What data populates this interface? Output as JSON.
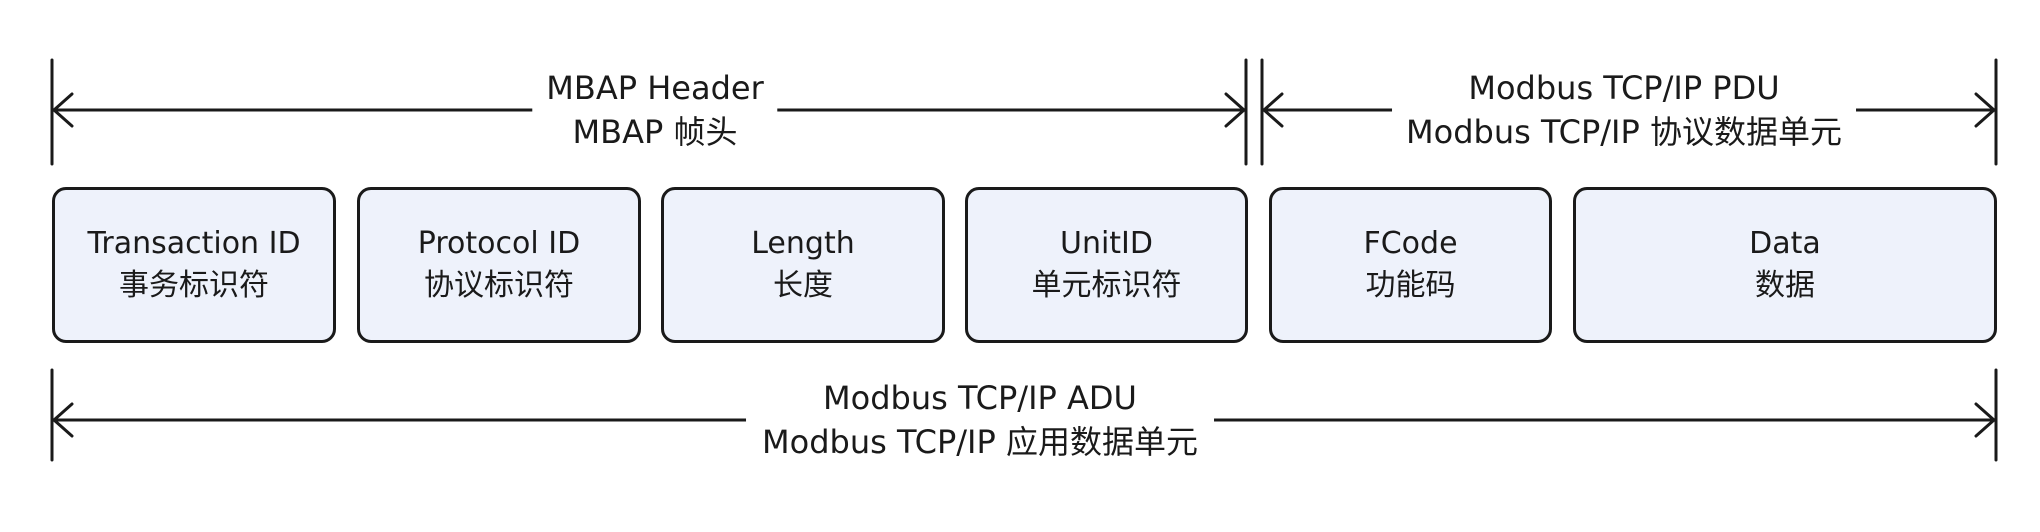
{
  "mbap": {
    "en": "MBAP Header",
    "zh": "MBAP 帧头"
  },
  "pdu": {
    "en": "Modbus TCP/IP PDU",
    "zh": "Modbus TCP/IP 协议数据单元"
  },
  "adu": {
    "en": "Modbus TCP/IP ADU",
    "zh": "Modbus TCP/IP 应用数据单元"
  },
  "fields": [
    {
      "en": "Transaction ID",
      "zh": "事务标识符"
    },
    {
      "en": "Protocol ID",
      "zh": "协议标识符"
    },
    {
      "en": "Length",
      "zh": "长度"
    },
    {
      "en": "UnitID",
      "zh": "单元标识符"
    },
    {
      "en": "FCode",
      "zh": "功能码"
    },
    {
      "en": "Data",
      "zh": "数据"
    }
  ],
  "colors": {
    "box_fill": "#eef2fb",
    "stroke": "#1a1a1a"
  }
}
